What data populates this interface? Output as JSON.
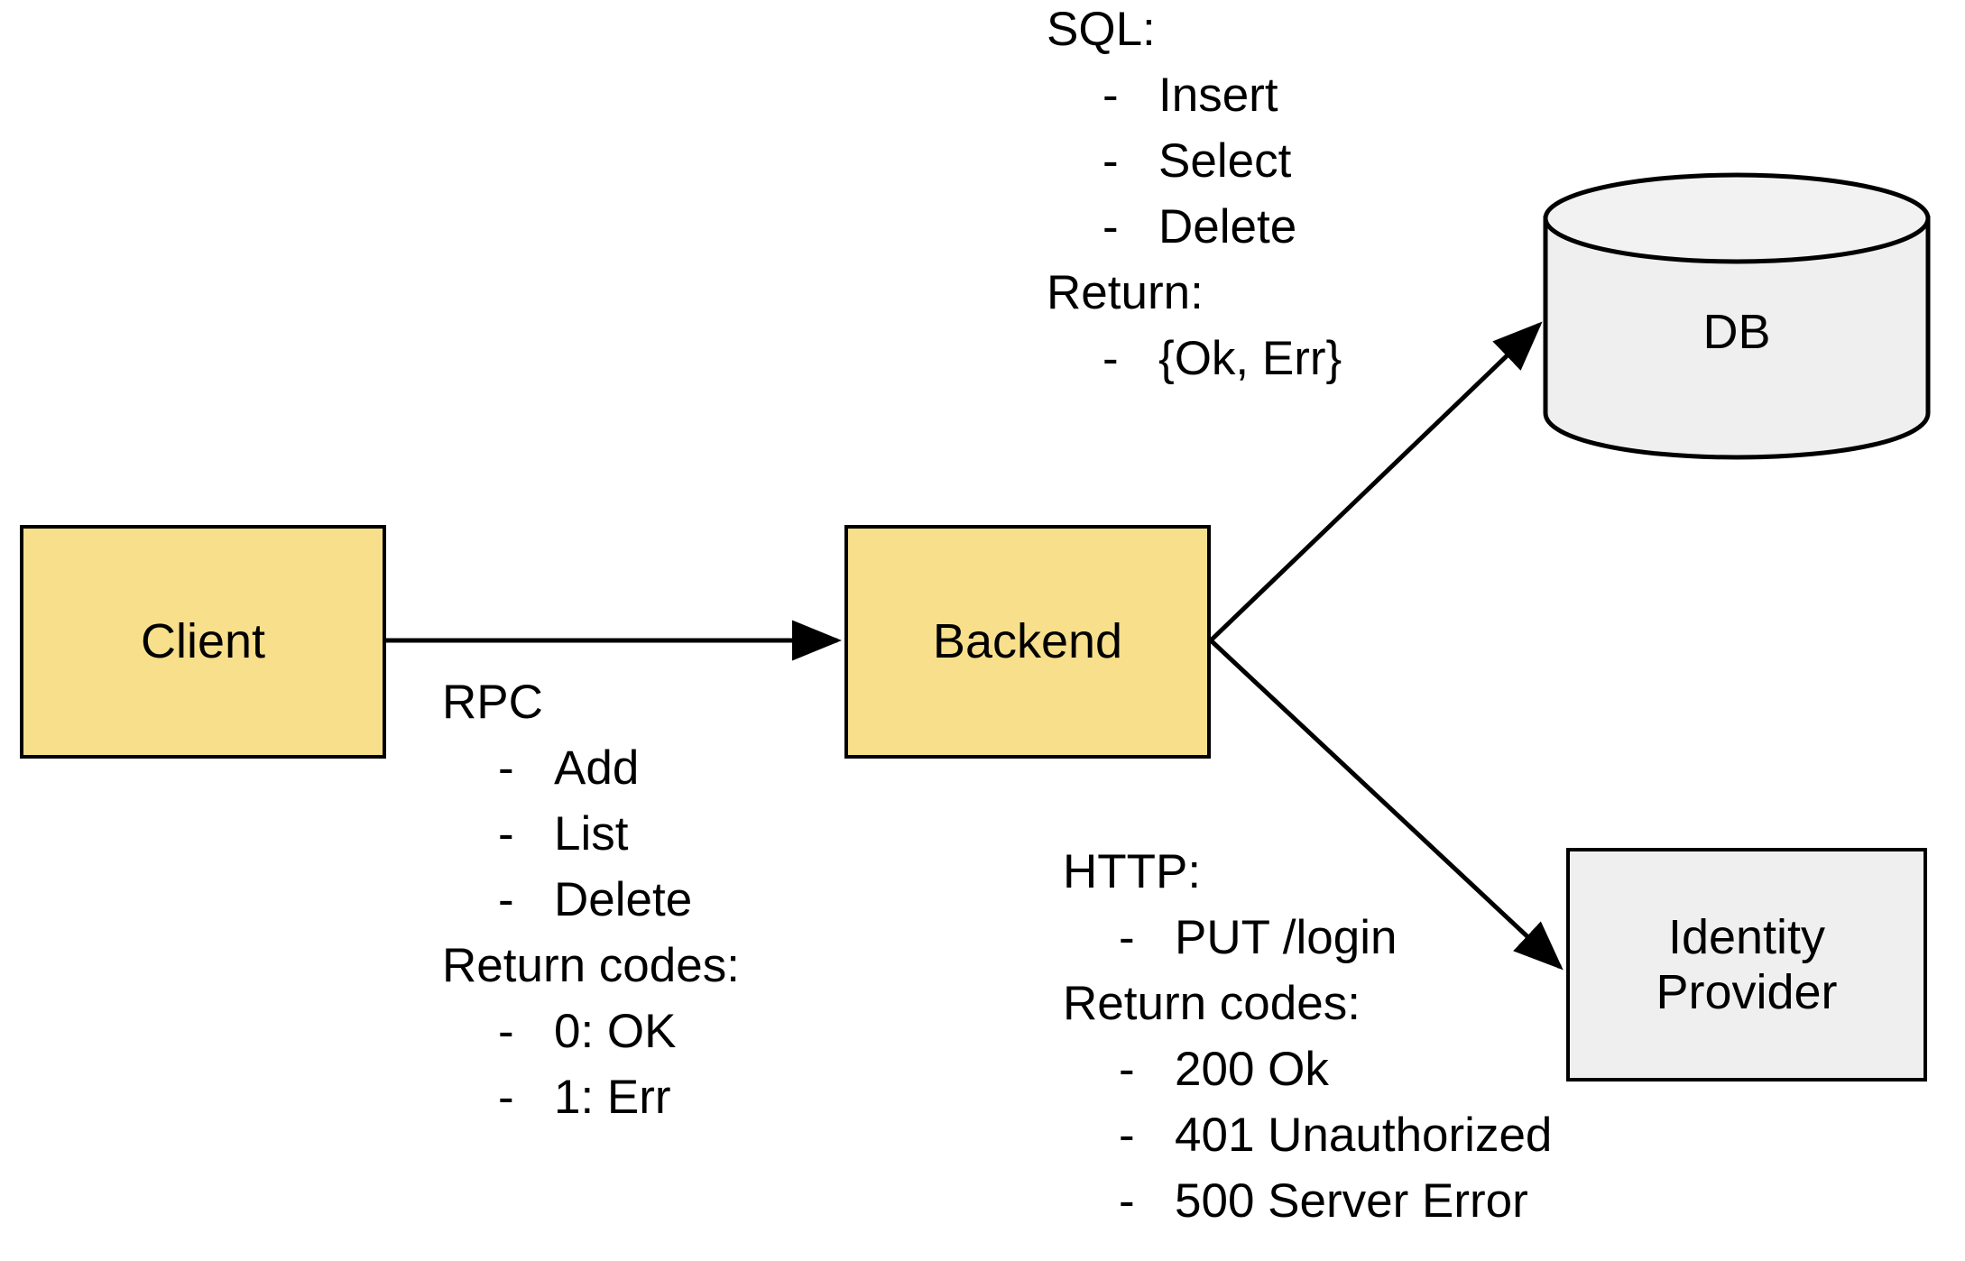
{
  "diagram": {
    "title": "Client / Backend / DB / Identity Provider architecture",
    "colors": {
      "service_fill": "#F7DF8B",
      "store_fill": "#EFEFEF",
      "stroke": "#000000",
      "background": "#FFFFFF"
    }
  },
  "nodes": {
    "client": {
      "label": "Client",
      "shape": "rectangle",
      "fill": "#F7DF8B"
    },
    "backend": {
      "label": "Backend",
      "shape": "rectangle",
      "fill": "#F7DF8B"
    },
    "db": {
      "label": "DB",
      "shape": "cylinder",
      "fill": "#EFEFEF"
    },
    "identity_provider": {
      "label_line1": "Identity",
      "label_line2": "Provider",
      "shape": "rectangle",
      "fill": "#EFEFEF"
    }
  },
  "edges": {
    "client_to_backend": {
      "from": "Client",
      "to": "Backend",
      "style": "solid-arrow",
      "annotation": "rpc"
    },
    "backend_to_db": {
      "from": "Backend",
      "to": "DB",
      "style": "solid-arrow",
      "annotation": "sql"
    },
    "backend_to_idp": {
      "from": "Backend",
      "to": "Identity Provider",
      "style": "solid-arrow",
      "annotation": "http"
    }
  },
  "annotations": {
    "sql": {
      "heading": "SQL:",
      "items": [
        "Insert",
        "Select",
        "Delete"
      ],
      "return_heading": "Return:",
      "return_items": [
        "{Ok, Err}"
      ],
      "bullet": "-"
    },
    "rpc": {
      "heading": "RPC",
      "items": [
        "Add",
        "List",
        "Delete"
      ],
      "return_heading": "Return codes:",
      "return_items": [
        "0: OK",
        "1: Err"
      ],
      "bullet": "-"
    },
    "http": {
      "heading": "HTTP:",
      "items": [
        "PUT /login"
      ],
      "return_heading": "Return codes:",
      "return_items": [
        "200 Ok",
        "401 Unauthorized",
        "500 Server Error"
      ],
      "bullet": "-"
    }
  }
}
